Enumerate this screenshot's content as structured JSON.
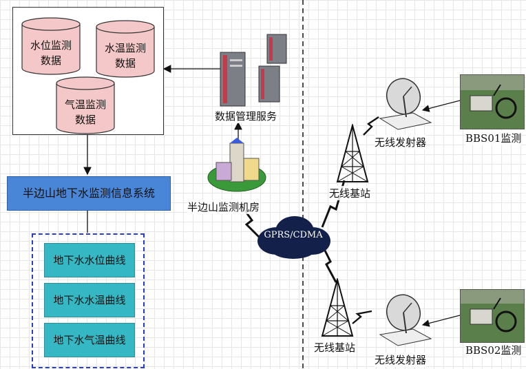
{
  "database_box": {
    "items": [
      {
        "line1": "水位监测",
        "line2": "数据"
      },
      {
        "line1": "水温监测",
        "line2": "数据"
      },
      {
        "line1": "气温监测",
        "line2": "数据"
      }
    ]
  },
  "system": {
    "title": "半边山地下水监测信息系统"
  },
  "curves": {
    "items": [
      "地下水水位曲线",
      "地下水水温曲线",
      "地下水气温曲线"
    ]
  },
  "server": {
    "label": "数据管理服务"
  },
  "machine_room": {
    "label": "半边山监测机房"
  },
  "network": {
    "label": "GPRS/CDMA"
  },
  "station1": {
    "label": "无线基站"
  },
  "station2": {
    "label": "无线基站"
  },
  "transmitter1": {
    "label": "无线发射器"
  },
  "transmitter2": {
    "label": "无线发射器"
  },
  "monitor1": {
    "label": "BBS01监测"
  },
  "monitor2": {
    "label": "BBS02监测"
  },
  "colors": {
    "cylinder_fill": "#f4c8c8",
    "system_bar": "#4a86d8",
    "curve_fill": "#35b8c4",
    "dashed_border": "#2b3cc9"
  }
}
